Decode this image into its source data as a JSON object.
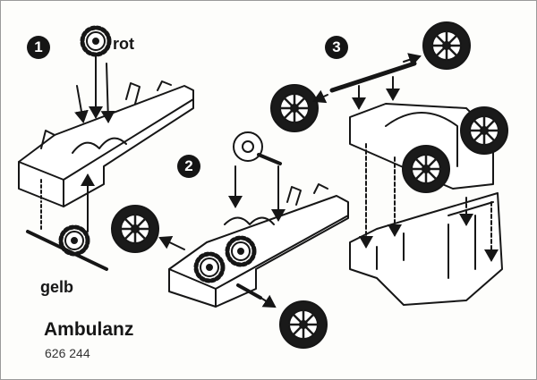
{
  "steps": [
    "1",
    "2",
    "3"
  ],
  "labels": {
    "rot": "rot",
    "gelb": "gelb"
  },
  "product": {
    "name": "Ambulanz",
    "number": "626 244"
  }
}
